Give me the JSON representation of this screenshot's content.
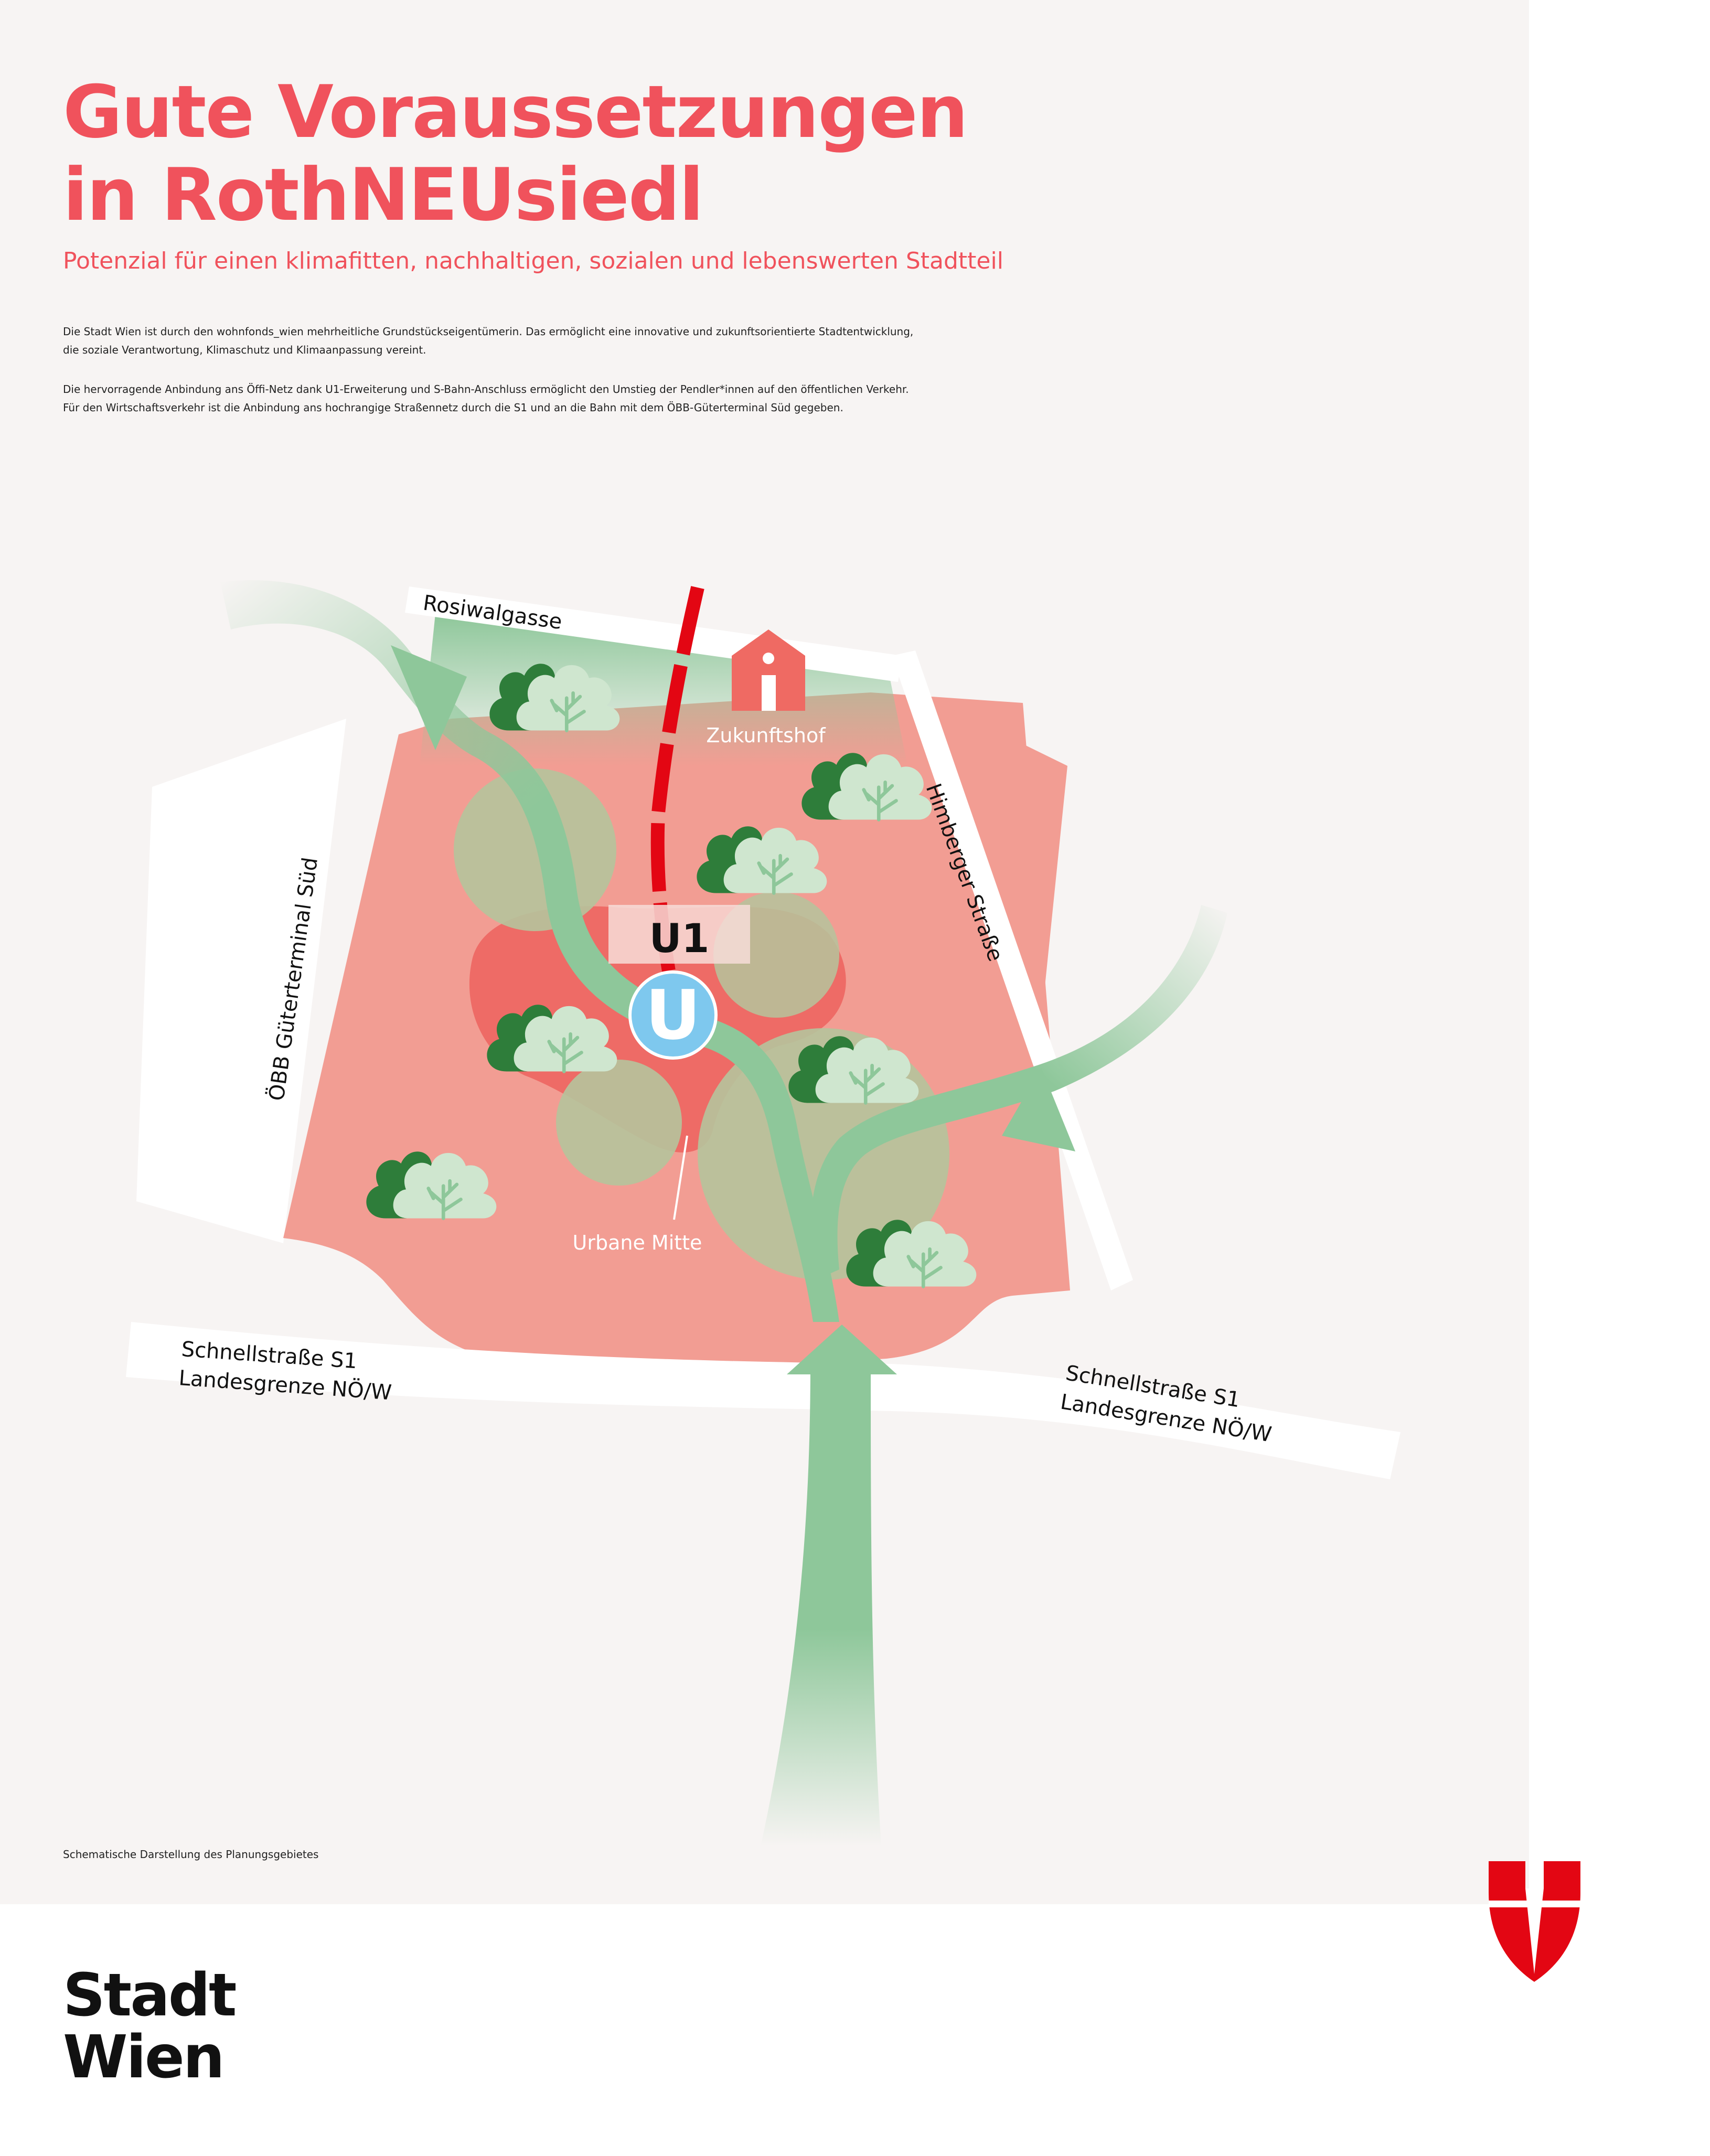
{
  "header": {
    "title_line1": "Gute Voraussetzungen",
    "title_line2": "in RothNEUsiedl",
    "subtitle": "Potenzial für einen klimafitten, nachhaltigen, sozialen und lebenswerten Stadtteil"
  },
  "intro": {
    "paragraph1": "Die Stadt Wien ist durch den wohnfonds_wien mehrheitliche Grundstückseigentümerin. Das ermöglicht eine innovative und zukunftsorientierte Stadtentwicklung, die soziale Verantwortung, Klimaschutz und Klimaanpassung vereint.",
    "paragraph2": "Die hervorragende Anbindung ans Öffi-Netz dank U1-Erweiterung und S-Bahn-Anschluss ermöglicht den  Umstieg der Pendler*innen auf den öffentlichen Verkehr. Für den Wirtschaftsverkehr ist die Anbindung ans hochrangige Straßennetz durch die S1 und an die Bahn mit dem ÖBB-Güterterminal Süd gegeben."
  },
  "map": {
    "streets": {
      "rosiwalgasse": "Rosiwalgasse",
      "himberger": "Himberger Straße",
      "oebb": "ÖBB Güterterminal Süd",
      "s1_left_line1": "Schnellstraße S1",
      "s1_left_line2": "Landesgrenze NÖ/W",
      "s1_right_line1": "Schnellstraße S1",
      "s1_right_line2": "Landesgrenze NÖ/W"
    },
    "places": {
      "zukunftshof": "Zukunftshof",
      "urbane_mitte": "Urbane Mitte"
    },
    "transit": {
      "line_label": "U1",
      "station_symbol": "U"
    },
    "icons": {
      "tree": "tree-bush-icon",
      "barn": "barn-icon",
      "subway": "u-bahn-icon"
    },
    "colors": {
      "area": "#f29d93",
      "center": "#ee6b66",
      "green": "#8ec79a",
      "green_light": "#b5c49c",
      "u1_line": "#e30613",
      "u_station": "#7ec8ee",
      "road": "#ffffff",
      "tree_dark": "#2e7d3a",
      "tree_light": "#cfe6cf"
    }
  },
  "footer": {
    "caption": "Schematische Darstellung des Planungsgebietes",
    "logo_line1": "Stadt",
    "logo_line2": "Wien"
  },
  "brand": {
    "accent": "#f0525c",
    "coat_red": "#e30613"
  }
}
